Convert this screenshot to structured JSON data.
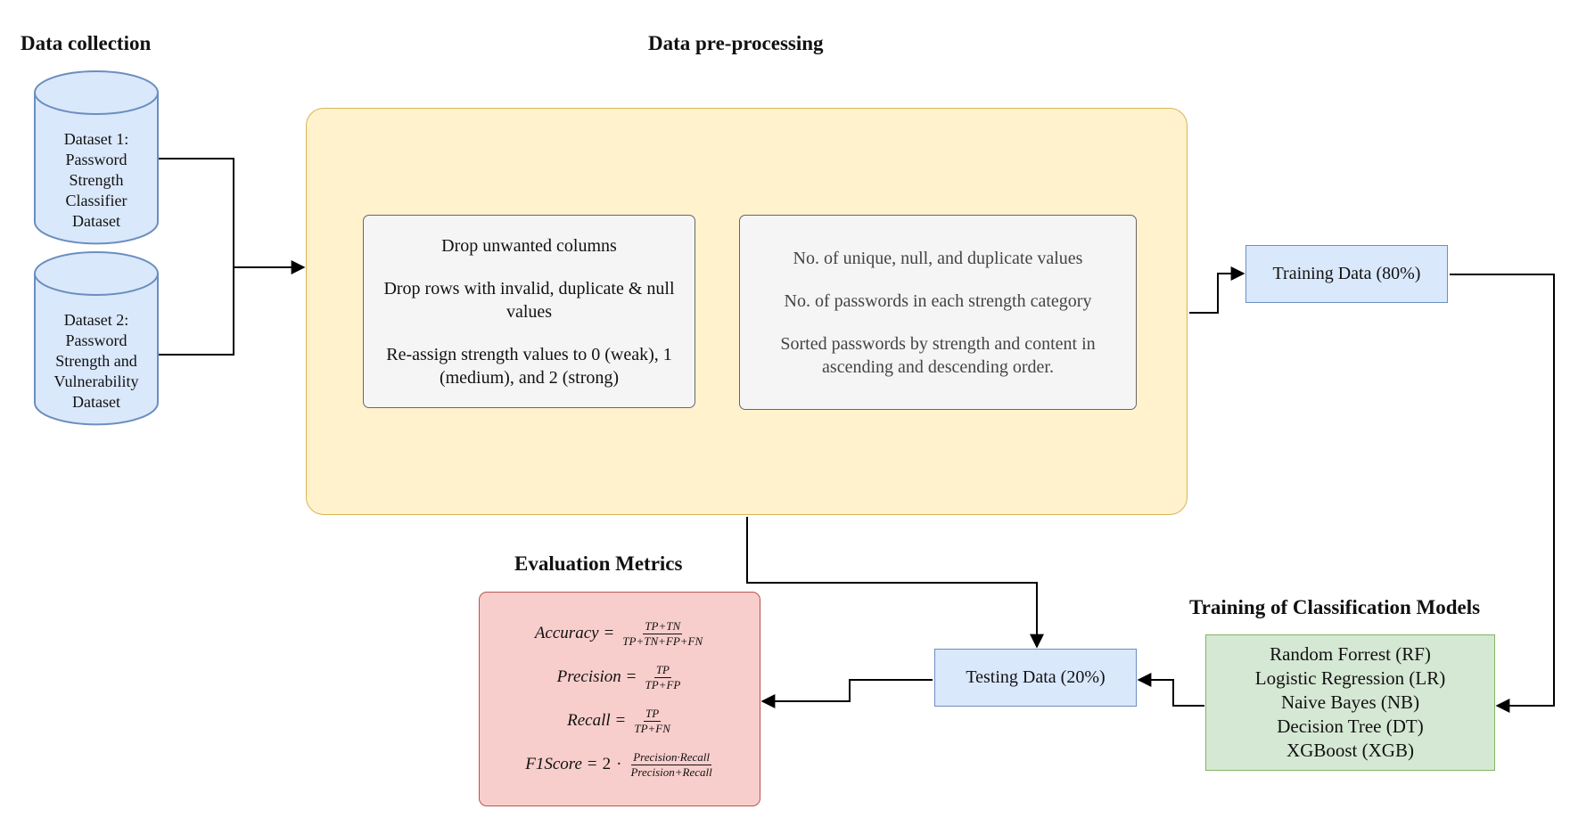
{
  "headings": {
    "data_collection": "Data collection",
    "data_preprocessing": "Data pre-processing",
    "evaluation_metrics": "Evaluation Metrics",
    "training_models": "Training of Classification Models"
  },
  "datasets": [
    {
      "lines": [
        "Dataset 1:",
        "Password",
        "Strength",
        "Classifier",
        "Dataset"
      ]
    },
    {
      "lines": [
        "Dataset 2:",
        "Password",
        "Strength and",
        "Vulnerability",
        "Dataset"
      ]
    }
  ],
  "preprocessing": {
    "cleaning": [
      "Drop unwanted columns",
      "Drop rows with invalid, duplicate & null values",
      "Re-assign strength values to 0 (weak), 1 (medium), and 2 (strong)"
    ],
    "analysis": [
      "No. of unique, null, and duplicate values",
      "No. of passwords in each strength category",
      "Sorted passwords by strength and content in ascending and descending order."
    ]
  },
  "split": {
    "training": "Training Data (80%)",
    "testing": "Testing Data (20%)"
  },
  "models": [
    "Random Forrest (RF)",
    "Logistic Regression (LR)",
    "Naive Bayes (NB)",
    "Decision Tree (DT)",
    "XGBoost (XGB)"
  ],
  "metrics": {
    "accuracy": {
      "name": "Accuracy",
      "numerator": "TP+TN",
      "denominator": "TP+TN+FP+FN"
    },
    "precision": {
      "name": "Precision",
      "numerator": "TP",
      "denominator": "TP+FP"
    },
    "recall": {
      "name": "Recall",
      "numerator": "TP",
      "denominator": "TP+FN"
    },
    "f1": {
      "name": "F1Score",
      "factor": "2",
      "numerator": "Precision·Recall",
      "denominator": "Precision+Recall"
    }
  },
  "colors": {
    "dataset_fill": "#dae8fc",
    "preprocessing_fill": "#fff2cc",
    "split_fill": "#dae8fc",
    "models_fill": "#d5e8d4",
    "metrics_fill": "#f8cecc"
  }
}
